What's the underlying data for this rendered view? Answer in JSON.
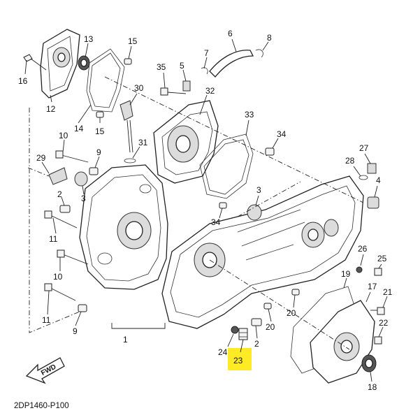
{
  "diagram": {
    "drawing_code": "2DP1460-P100",
    "direction_label": "FWD",
    "highlight_color": "#ffe600",
    "highlighted_part": "23",
    "callouts": [
      "1",
      "2",
      "3",
      "4",
      "5",
      "6",
      "7",
      "8",
      "9",
      "10",
      "11",
      "12",
      "13",
      "14",
      "15",
      "16",
      "17",
      "18",
      "19",
      "20",
      "21",
      "22",
      "23",
      "24",
      "25",
      "26",
      "27",
      "28",
      "29",
      "30",
      "31",
      "32",
      "33",
      "34",
      "35"
    ]
  }
}
